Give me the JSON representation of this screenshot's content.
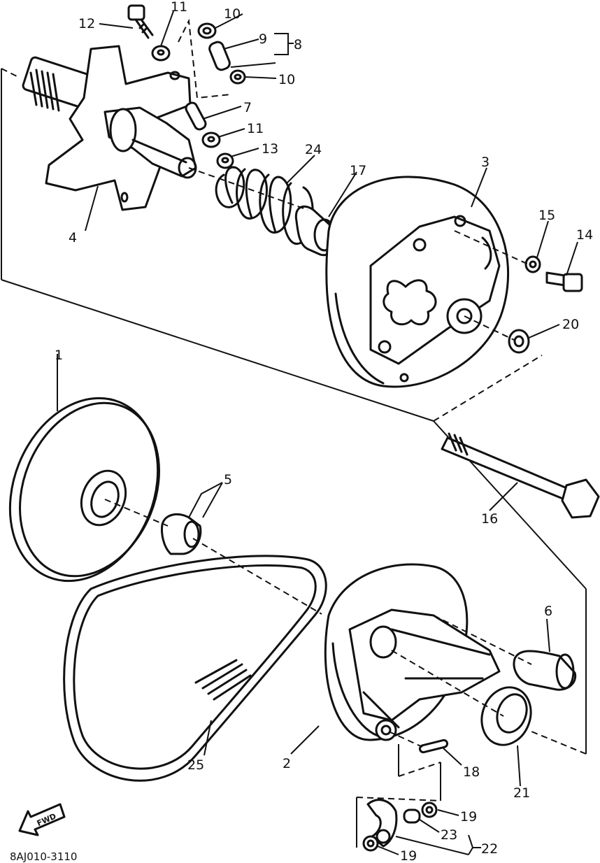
{
  "labels": {
    "p1": "1",
    "p2": "2",
    "p3": "3",
    "p4": "4",
    "p5": "5",
    "p6": "6",
    "p7": "7",
    "p8": "8",
    "p9": "9",
    "p10a": "10",
    "p10b": "10",
    "p11a": "11",
    "p11b": "11",
    "p12": "12",
    "p13": "13",
    "p14": "14",
    "p15": "15",
    "p16": "16",
    "p17": "17",
    "p18": "18",
    "p19a": "19",
    "p19b": "19",
    "p20": "20",
    "p21": "21",
    "p22": "22",
    "p23": "23",
    "p24": "24",
    "p25": "25"
  },
  "fwd_arrow": "FWD",
  "diagram_code": "8AJ010-3110"
}
